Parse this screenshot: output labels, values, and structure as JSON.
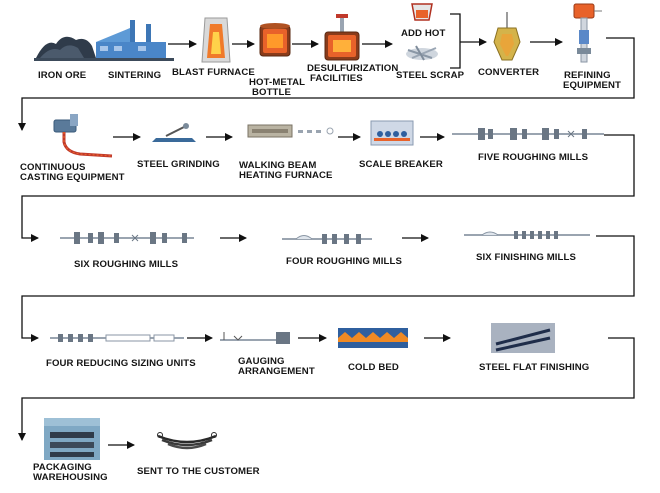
{
  "steps": {
    "iron_ore": "IRON ORE",
    "sintering": "SINTERING",
    "blast_furnace": "BLAST FURNACE",
    "hot_metal_bottle_1": "HOT-METAL",
    "hot_metal_bottle_2": "BOTTLE",
    "desulfurization_1": "DESULFURIZATION",
    "desulfurization_2": "FACILITIES",
    "add_hot": "ADD HOT",
    "steel_scrap": "STEEL SCRAP",
    "converter": "CONVERTER",
    "refining_1": "REFINING",
    "refining_2": "EQUIPMENT",
    "continuous_casting_1": "CONTINUOUS",
    "continuous_casting_2": "CASTING EQUIPMENT",
    "steel_grinding": "STEEL GRINDING",
    "walking_beam_1": "WALKING BEAM",
    "walking_beam_2": "HEATING FURNACE",
    "scale_breaker": "SCALE BREAKER",
    "five_roughing_mills": "FIVE ROUGHING MILLS",
    "six_roughing_mills": "SIX ROUGHING MILLS",
    "four_roughing_mills": "FOUR ROUGHING MILLS",
    "six_finishing_mills": "SIX FINISHING MILLS",
    "four_reducing_sizing_units": "FOUR REDUCING SIZING UNITS",
    "gauging_1": "GAUGING",
    "gauging_2": "ARRANGEMENT",
    "cold_bed": "COLD BED",
    "steel_flat_finishing": "STEEL FLAT FINISHING",
    "packaging_1": "PACKAGING",
    "packaging_2": "WAREHOUSING",
    "sent_to_customer": "SENT TO THE CUSTOMER"
  },
  "colors": {
    "molten": "#e8622a",
    "steel": "#7d8fa6",
    "blue_building": "#4a86c8",
    "cold_bed_orange": "#f08a24",
    "cold_bed_blue": "#2f5f9e",
    "line": "#111111"
  }
}
